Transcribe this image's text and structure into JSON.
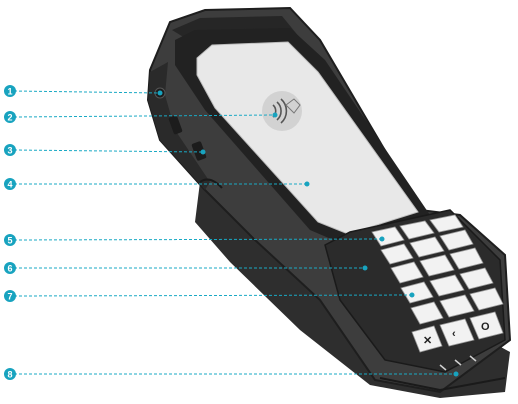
{
  "diagram": {
    "accent_color": "#18a3bf",
    "device_color": "#3a3a3a",
    "screen_color": "#e9e9e9",
    "callouts": [
      {
        "number": "1",
        "icon": "none"
      },
      {
        "number": "2",
        "icon": "contactless-icon"
      },
      {
        "number": "3",
        "icon": "none"
      },
      {
        "number": "4",
        "icon": "none"
      },
      {
        "number": "5",
        "icon": "none"
      },
      {
        "number": "6",
        "icon": "none"
      },
      {
        "number": "7",
        "icon": "none"
      },
      {
        "number": "8",
        "icon": "none"
      }
    ]
  }
}
